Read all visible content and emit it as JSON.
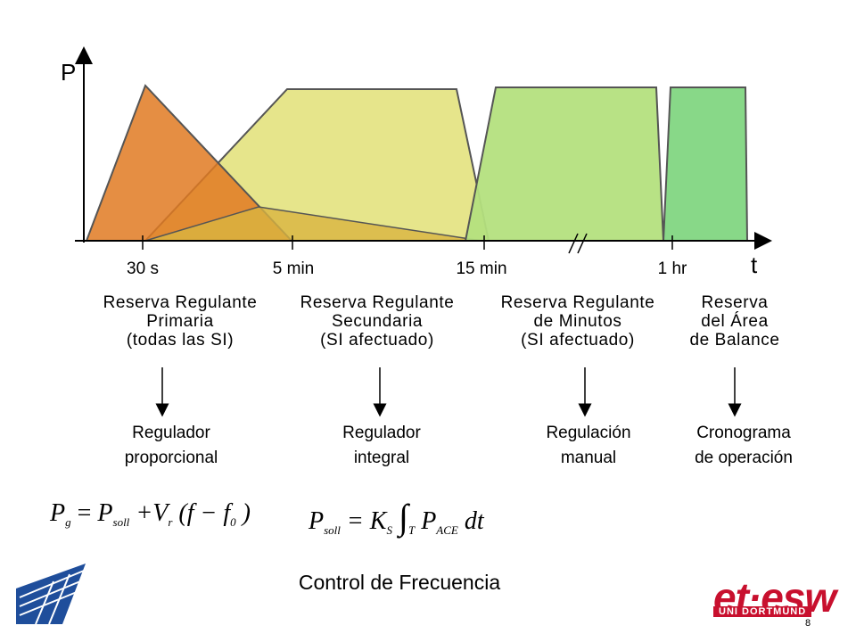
{
  "axes": {
    "y_label": "P",
    "x_label": "t"
  },
  "time_ticks": [
    "30 s",
    "5 min",
    "15 min",
    "1 hr"
  ],
  "reserves": [
    {
      "lines": [
        "Reserva Regulante",
        "Primaria",
        "(todas las SI)"
      ],
      "color": "#e07a22"
    },
    {
      "lines": [
        "Reserva Regulante",
        "Secundaria",
        "(SI afectuado)"
      ],
      "color": "#e3e27e"
    },
    {
      "lines": [
        "Reserva Regulante",
        "de Minutos",
        "(SI afectuado)"
      ],
      "color": "#b4e07e"
    },
    {
      "lines": [
        "Reserva",
        "del Área",
        "de Balance"
      ],
      "color": "#88d888"
    }
  ],
  "regulators": [
    {
      "lines": [
        "Regulador",
        "proporcional"
      ]
    },
    {
      "lines": [
        "Regulador",
        "integral"
      ]
    },
    {
      "lines": [
        "Regulación",
        "manual"
      ]
    },
    {
      "lines": [
        "Cronograma",
        "de operación"
      ]
    }
  ],
  "formulas": {
    "f1": {
      "lhs": "P",
      "lhs_sub": "g",
      "mid": "P",
      "mid_sub": "soll",
      "plus": "+V",
      "v_sub": "r",
      "paren": "(f − f",
      "f_sub": "0",
      "close": ")"
    },
    "f2": {
      "lhs": "P",
      "lhs_sub": "soll",
      "eq": "= K",
      "k_sub": "S",
      "integral": "∫",
      "int_sub": "T",
      "p": "P",
      "p_sub": "ACE",
      "dt": "dt"
    }
  },
  "caption": "Control de Frecuencia",
  "logo": {
    "text": "et·esw",
    "subtext": "UNI DORTMUND"
  },
  "page_number": "8"
}
